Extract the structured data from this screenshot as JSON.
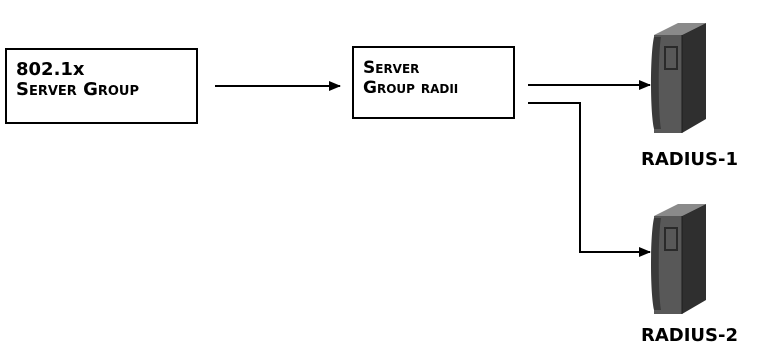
{
  "boxes": {
    "dot1x": {
      "line1": "802.1x",
      "line2": "Server Group"
    },
    "group": {
      "line1": "Server",
      "line2": "Group radii"
    }
  },
  "servers": [
    {
      "label": "RADIUS-1",
      "icon": "server-tower-icon"
    },
    {
      "label": "RADIUS-2",
      "icon": "server-tower-icon"
    }
  ],
  "colors": {
    "line": "#000000",
    "server_body": "#505050",
    "server_dark": "#2a2a2a",
    "server_light": "#8a8a8a"
  }
}
